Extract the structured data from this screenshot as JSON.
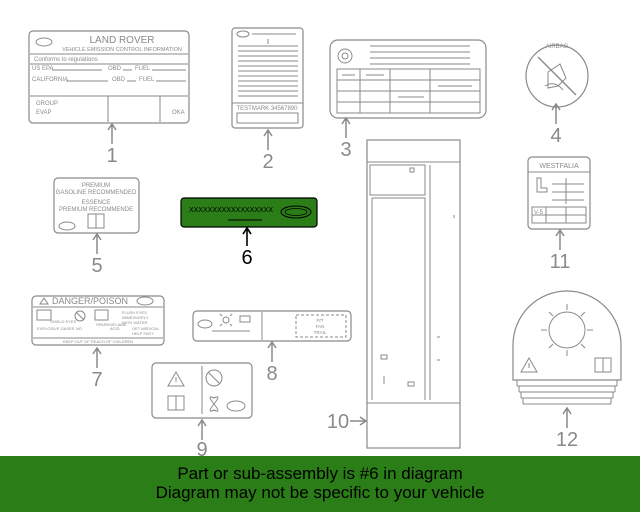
{
  "labels": {
    "l1": {
      "title": "LAND ROVER",
      "subtitle": "VEHICLE EMISSION CONTROL INFORMATION",
      "row_conform": "Conforms to regulations",
      "row_us_epa": "US EPA",
      "row_california": "CALIFORNIA",
      "field_obd": "OBD",
      "field_fuel": "FUEL",
      "row_group": "GROUP",
      "row_evap": "EVAP",
      "code": "OKA"
    },
    "l2": {
      "testmark": "TESTMARK 34567890"
    },
    "l4": {
      "airbag": "AIRBAG"
    },
    "l5": {
      "line1": "PREMIUM",
      "line2": "GASOLINE RECOMMENDED",
      "line3": "ESSENCE",
      "line4": "PREMIUM RECOMMENDE"
    },
    "l6": {
      "code": "XXXXXXXXXXXXXXXXXX"
    },
    "l7": {
      "title": "DANGER/POISON",
      "col1": "SHIELD EYES",
      "col2": "EXPLOSIVE GASES",
      "col3": "NO",
      "col4": "SPARKS/FLAME",
      "col5": "FLUSH EYES",
      "col6": "IMMEDIATELY",
      "col7": "WITH WATER",
      "col8": "ACID",
      "col9": "GET MEDICAL",
      "col10": "HELP FAST",
      "footer": "KEEP OUT OF REACH OF CHILDREN"
    },
    "l8": {
      "r1": "P/T",
      "r2": "FAN",
      "r3": "TRAIL"
    },
    "l11": {
      "title": "WESTFALIA",
      "code": "V-5"
    }
  },
  "callouts": {
    "c1": "1",
    "c2": "2",
    "c3": "3",
    "c4": "4",
    "c5": "5",
    "c6": "6",
    "c7": "7",
    "c8": "8",
    "c9": "9",
    "c10": "10",
    "c11": "11",
    "c12": "12"
  },
  "highlight_color": "#2a7d17",
  "banner": {
    "line1": "Part or sub-assembly is #6 in diagram",
    "line2": "Diagram may not be specific to your vehicle"
  }
}
